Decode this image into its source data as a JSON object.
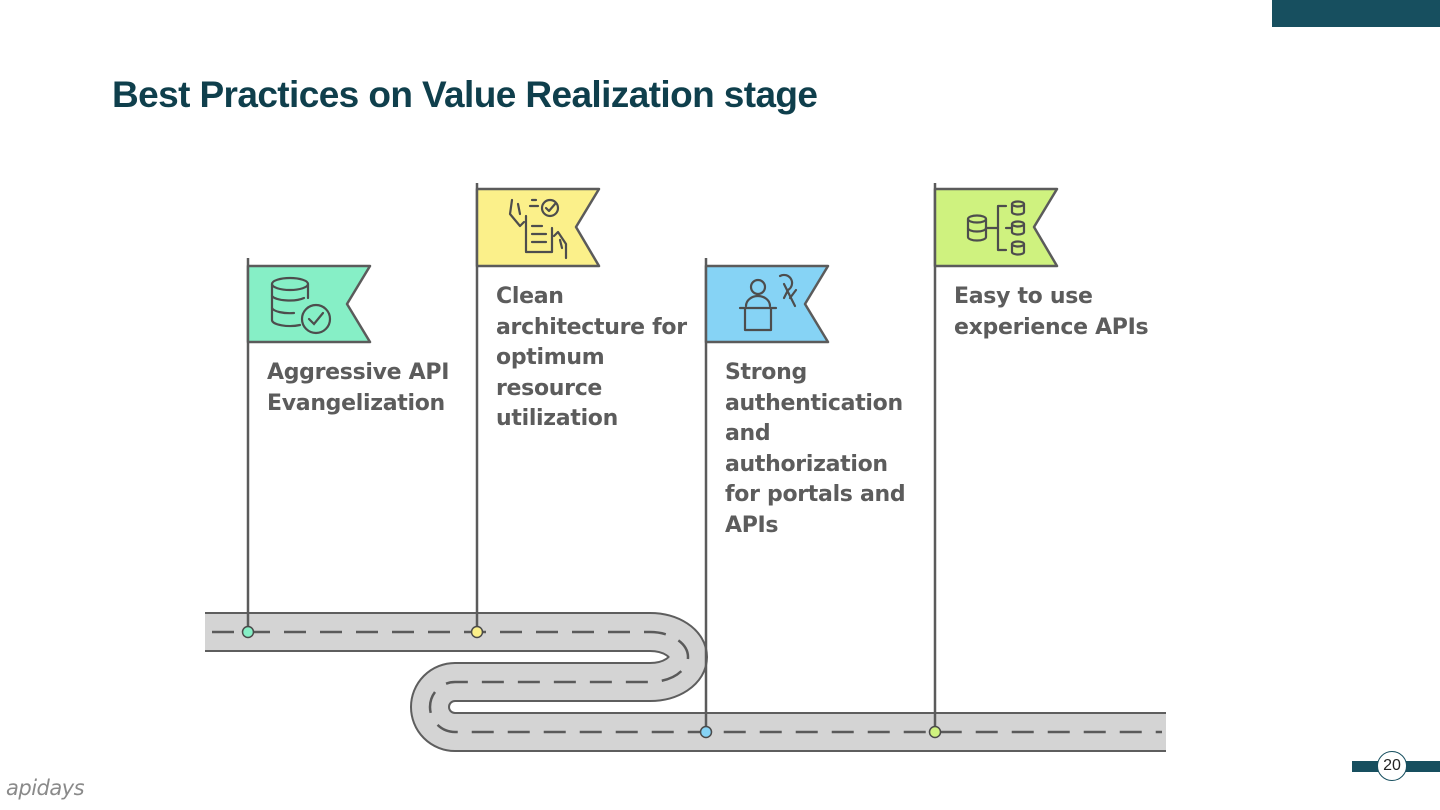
{
  "title": "Best Practices on Value Realization stage",
  "steps": [
    {
      "label": "Aggressive API Evangelization",
      "icon": "database-check-icon",
      "color": "#86efc6"
    },
    {
      "label": "Clean architecture for optimum resource utilization",
      "icon": "checklist-hands-icon",
      "color": "#fbf08a"
    },
    {
      "label": "Strong authentication and authorization for portals and APIs",
      "icon": "presenter-podium-icon",
      "color": "#86d3f5"
    },
    {
      "label": "Easy to use experience APIs",
      "icon": "database-hierarchy-icon",
      "color": "#cff27f"
    }
  ],
  "road_color": "#d4d4d4",
  "accent_color": "#174f5f",
  "footer": {
    "logo": "apidays",
    "page_number": "20"
  }
}
